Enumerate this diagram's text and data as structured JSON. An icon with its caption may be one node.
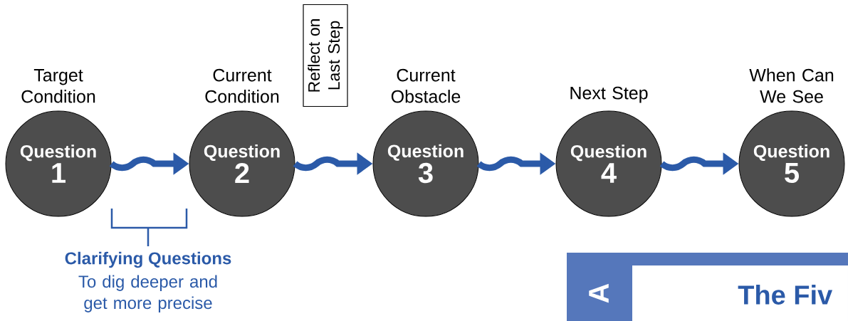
{
  "diagram": {
    "nodes": [
      {
        "text": [
          "Target Condition",
          "Question",
          "1"
        ]
      },
      {
        "text": [
          "Current Condition",
          "Question",
          "2"
        ]
      },
      {
        "text": [
          "Current Obstacle",
          "Question",
          "3"
        ]
      },
      {
        "text": [
          "Next Step",
          "Question",
          "4"
        ]
      },
      {
        "text": [
          "When Can We See",
          "Question",
          "5"
        ]
      },
      {
        "text": [
          "Reflect on Last Step"
        ]
      },
      {
        "text": [
          "A"
        ]
      },
      {
        "text": [
          "The Fiv"
        ],
        "in": 6
      }
    ],
    "edges": [
      {
        "from": 0,
        "to": 1,
        "arrow": "to"
      },
      {
        "from": 1,
        "to": 2,
        "arrow": "to"
      },
      {
        "from": 2,
        "to": 3,
        "arrow": "to"
      },
      {
        "from": 3,
        "to": 4,
        "arrow": "to"
      }
    ],
    "labels": [
      "Clarifying Questions",
      "To dig deeper and get more precise"
    ]
  }
}
